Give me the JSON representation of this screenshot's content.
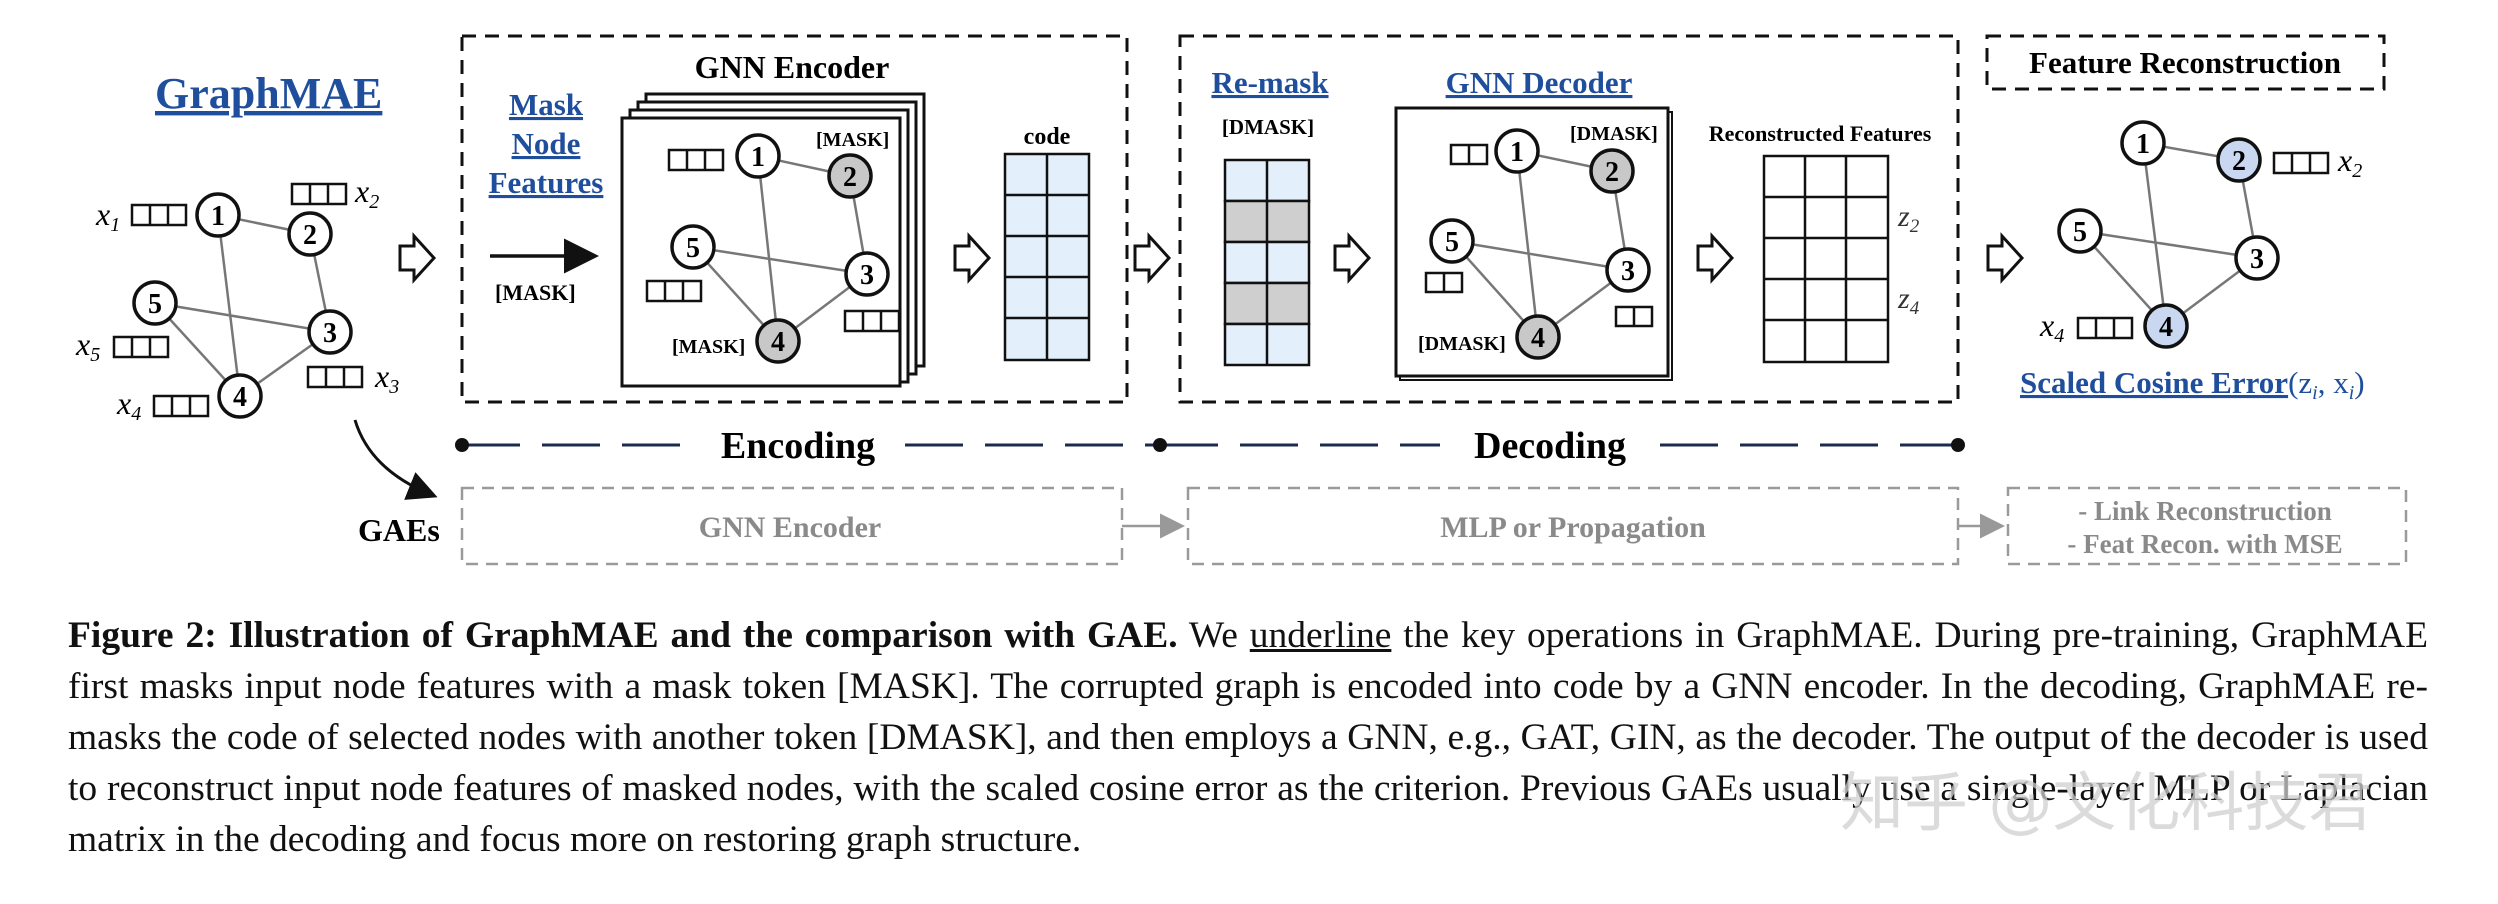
{
  "diagram": {
    "graphmae_title": "GraphMAE",
    "mask_step": [
      "Mask",
      "Node",
      "Features"
    ],
    "mask_token": "[MASK]",
    "dmask_token": "[DMASK]",
    "encoder_title": "GNN Encoder",
    "code_label": "code",
    "remask_label": "Re-mask",
    "decoder_title": "GNN Decoder",
    "reconstructed_label": "Reconstructed Features",
    "feature_recon_title": "Feature Reconstruction",
    "sce_label": "Scaled Cosine Error",
    "sce_args": "(z",
    "sce_i": "i",
    "sce_mid": ", x",
    "sce_end": ")",
    "encoding_label": "Encoding",
    "decoding_label": "Decoding",
    "gaes_label": "GAEs",
    "gae_encoder": "GNN Encoder",
    "gae_decoder": "MLP or Propagation",
    "gae_objective_1": "- Link Reconstruction",
    "gae_objective_2": "- Feat Recon. with MSE",
    "node_labels": [
      "1",
      "2",
      "3",
      "4",
      "5"
    ],
    "feature_var": "x",
    "recon_var": "z",
    "subscripts": [
      "1",
      "2",
      "3",
      "4",
      "5"
    ]
  },
  "caption": {
    "figure_label": "Figure 2: Illustration of GraphMAE and the comparison with GAE.",
    "text_1": " We ",
    "underlined": "underline",
    "text_2": " the key operations in GraphMAE. During pre-training, GraphMAE first masks input node features with a mask token [MASK]. The corrupted graph is encoded into code by a GNN encoder. In the decoding, GraphMAE re-masks the code of selected nodes with another token [DMASK], and then employs a GNN, e.g., GAT, GIN, as the decoder. The output of the decoder is used to reconstruct input node features of masked nodes, with the scaled cosine error as the criterion. Previous GAEs usually use a single-layer MLP or Laplacian matrix in the decoding and focus more on restoring graph structure."
  },
  "watermark": "知乎 @文化科技君",
  "colors": {
    "accent_blue": "#1f4e9c",
    "masked_node": "#c8c8c8",
    "remasked_node": "#c9d8f0",
    "code_cell": "#e3f0fb",
    "gray_text": "#8a8a8a"
  }
}
